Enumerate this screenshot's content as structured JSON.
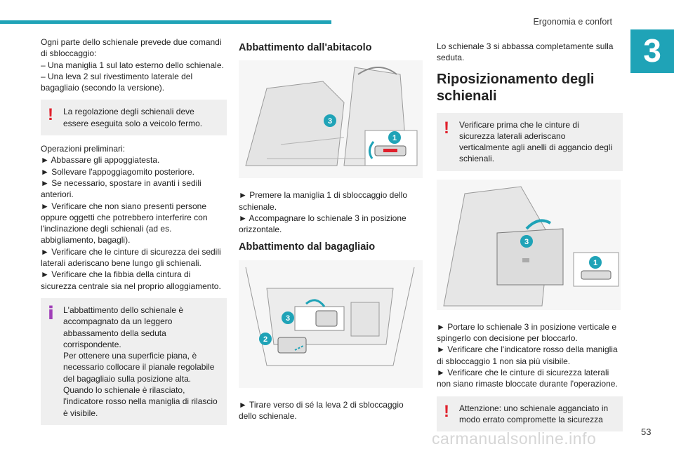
{
  "header": {
    "section": "Ergonomia e confort",
    "chapter": "3",
    "accent": "#1fa3b7"
  },
  "col1": {
    "intro": [
      "Ogni parte dello schienale prevede due comandi di sbloccaggio:",
      "– Una maniglia 1 sul lato esterno dello schienale.",
      "– Una leva 2 sul rivestimento laterale del bagagliaio (secondo la versione)."
    ],
    "warning": "La regolazione degli schienali deve essere eseguita solo a veicolo fermo.",
    "prelim_title": "Operazioni preliminari:",
    "prelim": [
      "► Abbassare gli appoggiatesta.",
      "► Sollevare l'appoggiagomito posteriore.",
      "► Se necessario, spostare in avanti i sedili anteriori.",
      "► Verificare che non siano presenti persone oppure oggetti che potrebbero interferire con l'inclinazione degli schienali (ad es. abbigliamento, bagagli).",
      "► Verificare che le cinture di sicurezza dei sedili laterali aderiscano bene lungo gli schienali.",
      "► Verificare che la fibbia della cintura di sicurezza centrale sia nel proprio alloggiamento."
    ],
    "info": [
      "L'abbattimento dello schienale è accompagnato da un leggero abbassamento della seduta corrispondente.",
      "Per ottenere una superficie piana, è necessario collocare il pianale regolabile del bagagliaio sulla posizione alta.",
      "Quando lo schienale è rilasciato, l'indicatore rosso nella maniglia di rilascio è visibile."
    ]
  },
  "col2": {
    "h1": "Abbattimento dall'abitacolo",
    "steps1": [
      "► Premere la maniglia 1 di sbloccaggio dello schienale.",
      "► Accompagnare lo schienale 3 in posizione orizzontale."
    ],
    "h2": "Abbattimento dal bagagliaio",
    "steps2": [
      "► Tirare verso di sé la leva 2 di sbloccaggio dello schienale."
    ]
  },
  "col3": {
    "intro": "Lo schienale 3 si abbassa completamente sulla seduta.",
    "heading": "Riposizionamento degli schienali",
    "warning": "Verificare prima che le cinture di sicurezza laterali aderiscano verticalmente agli anelli di aggancio degli schienali.",
    "steps": [
      "► Portare lo schienale 3 in posizione verticale e spingerlo con decisione per bloccarlo.",
      "► Verificare che l'indicatore rosso della maniglia di sbloccaggio 1 non sia più visibile.",
      "► Verificare che le cinture di sicurezza laterali non siano rimaste bloccate durante l'operazione."
    ],
    "warning2": "Attenzione: uno schienale agganciato in modo errato compromette la sicurezza"
  },
  "callouts": {
    "one": "1",
    "two": "2",
    "three": "3"
  },
  "footer": {
    "page": "53",
    "watermark": "carmanualsonline.info"
  }
}
